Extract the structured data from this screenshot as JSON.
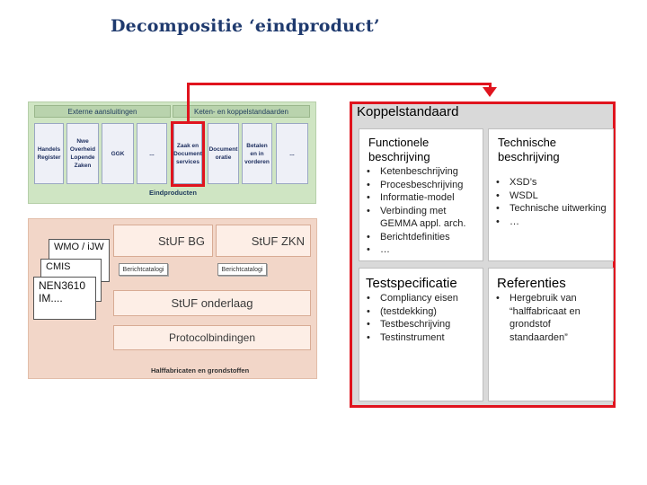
{
  "title": "Decompositie ‘eindproduct’",
  "eindproducten": {
    "header_left": "Externe aansluitingen",
    "header_right": "Keten- en koppelstandaarden",
    "cards": [
      "Handels Register",
      "Nwe Overheid Lopende Zaken",
      "GGK",
      "...",
      "Zaak en Document services",
      "Document oratie",
      "Betalen en in vorderen",
      "..."
    ],
    "label": "Eindproducten"
  },
  "halffabricaten": {
    "stuf_bg": "StUF BG",
    "stuf_zkn": "StUF ZKN",
    "docs": [
      "WMO / iJW",
      "CMIS",
      "NEN3610\nIM...."
    ],
    "catalog1": "Berichtcatalogi",
    "catalog2": "Berichtcatalogi",
    "onderlaag": "StUF onderlaag",
    "protocol": "Protocolbindingen",
    "label": "Halffabricaten en grondstoffen"
  },
  "koppel": {
    "title": "Koppelstandaard",
    "functioneel": {
      "heading": "Functionele beschrijving",
      "items": [
        "Ketenbeschrijving",
        "Procesbeschrijving",
        "Informatie-model",
        "Verbinding met GEMMA appl. arch.",
        "Berichtdefinities",
        "…"
      ]
    },
    "technisch": {
      "heading": "Technische beschrijving",
      "items": [
        "XSD’s",
        "WSDL",
        "Technische uitwerking",
        "…"
      ]
    },
    "test": {
      "heading": "Testspecificatie",
      "items": [
        "Compliancy eisen",
        "(testdekking)",
        "Testbeschrijving",
        "Testinstrument"
      ]
    },
    "referenties": {
      "heading": "Referenties",
      "items": [
        "Hergebruik van “halffabricaat en grondstof standaarden”"
      ]
    }
  },
  "colors": {
    "accent_red": "#e0141e",
    "title_blue": "#1f3a6e",
    "panel_grey": "#d9d9d9",
    "green_panel": "#cfe5c3",
    "peach_panel": "#f2d6c8"
  }
}
